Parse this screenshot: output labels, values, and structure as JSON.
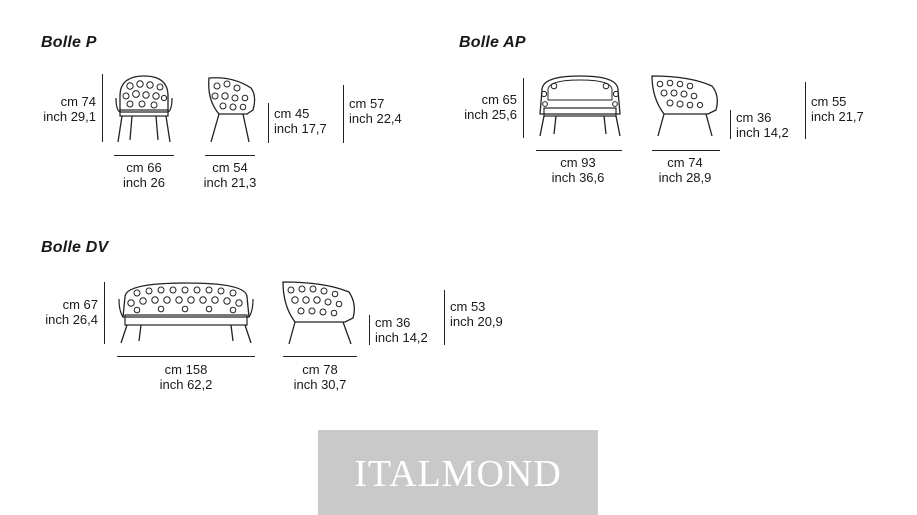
{
  "bolle_p": {
    "title": "Bolle P",
    "height": {
      "cm": "cm 74",
      "inch": "inch 29,1"
    },
    "front_width": {
      "cm": "cm 66",
      "inch": "inch 26"
    },
    "side_depth": {
      "cm": "cm 54",
      "inch": "inch 21,3"
    },
    "seat_height": {
      "cm": "cm 45",
      "inch": "inch 17,7"
    },
    "arm_height": {
      "cm": "cm 57",
      "inch": "inch 22,4"
    }
  },
  "bolle_ap": {
    "title": "Bolle AP",
    "height": {
      "cm": "cm 65",
      "inch": "inch 25,6"
    },
    "front_width": {
      "cm": "cm 93",
      "inch": "inch 36,6"
    },
    "side_depth": {
      "cm": "cm 74",
      "inch": "inch 28,9"
    },
    "seat_height": {
      "cm": "cm 36",
      "inch": "inch 14,2"
    },
    "arm_height": {
      "cm": "cm 55",
      "inch": "inch 21,7"
    }
  },
  "bolle_dv": {
    "title": "Bolle DV",
    "height": {
      "cm": "cm 67",
      "inch": "inch 26,4"
    },
    "front_width": {
      "cm": "cm 158",
      "inch": "inch 62,2"
    },
    "side_depth": {
      "cm": "cm 78",
      "inch": "inch 30,7"
    },
    "seat_height": {
      "cm": "cm 36",
      "inch": "inch 14,2"
    },
    "arm_height": {
      "cm": "cm 53",
      "inch": "inch 20,9"
    }
  },
  "watermark": {
    "text": "ITALMOND"
  },
  "colors": {
    "ink": "#1a1a1a",
    "watermark_bg": "#c9c9c9",
    "watermark_text": "#ffffff"
  }
}
